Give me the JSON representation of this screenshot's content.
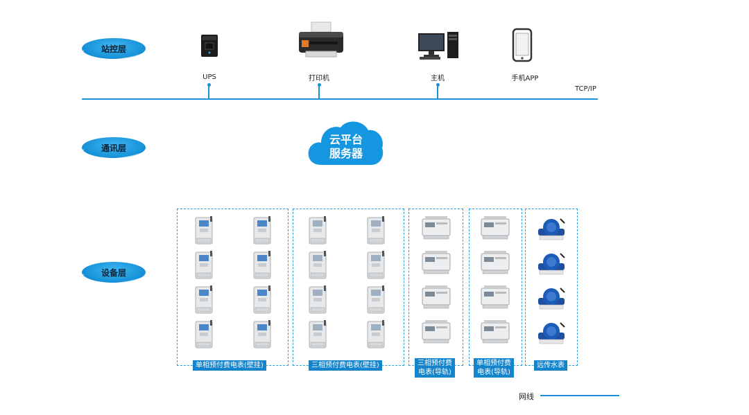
{
  "layers": {
    "station": "站控层",
    "comm": "通讯层",
    "device": "设备层"
  },
  "station_devices": [
    {
      "label": "UPS",
      "icon": "ups-icon"
    },
    {
      "label": "打印机",
      "icon": "printer-icon"
    },
    {
      "label": "主机",
      "icon": "desktop-computer-icon"
    },
    {
      "label": "手机APP",
      "icon": "smartphone-icon"
    }
  ],
  "bus": {
    "protocol": "TCP/IP"
  },
  "cloud": {
    "line1": "云平台",
    "line2": "服务器"
  },
  "groups": [
    {
      "label": "单相预付费电表(壁挂)",
      "device": "single-phase-wall-meter-icon"
    },
    {
      "label": "三相预付费电表(壁挂)",
      "device": "three-phase-wall-meter-icon"
    },
    {
      "label_line1": "三相预付费",
      "label_line2": "电表(导轨)",
      "device": "three-phase-rail-meter-icon"
    },
    {
      "label_line1": "单相预付费",
      "label_line2": "电表(导轨)",
      "device": "single-phase-rail-meter-icon"
    },
    {
      "label": "远传水表",
      "device": "remote-water-meter-icon"
    }
  ],
  "network": {
    "label": "网线"
  },
  "colors": {
    "accent": "#1a8fd6",
    "label_bg": "#1484cc",
    "dashed": "#2a9ee0"
  }
}
